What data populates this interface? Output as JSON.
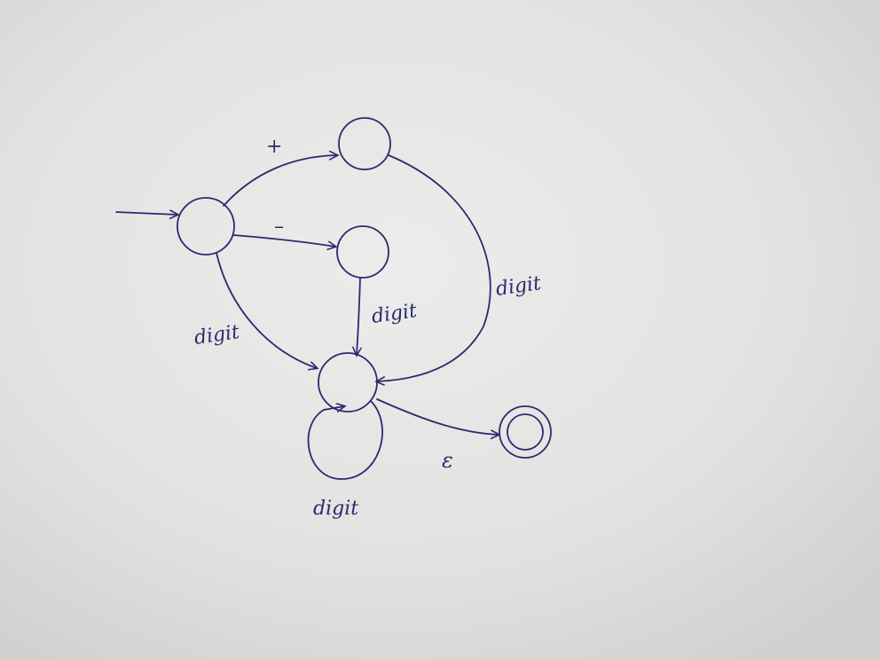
{
  "diagram": {
    "type": "finite-state-automaton",
    "ink_color": "#2b2a70",
    "paper_color": "#e6e6e4",
    "states": [
      {
        "id": "start",
        "accepting": false,
        "initial": true
      },
      {
        "id": "plus",
        "accepting": false
      },
      {
        "id": "minus",
        "accepting": false
      },
      {
        "id": "number",
        "accepting": false
      },
      {
        "id": "final",
        "accepting": true
      }
    ],
    "transitions": [
      {
        "from": "start",
        "to": "plus",
        "label": "+"
      },
      {
        "from": "start",
        "to": "minus",
        "label": "–"
      },
      {
        "from": "start",
        "to": "number",
        "label": "digit"
      },
      {
        "from": "minus",
        "to": "number",
        "label": "digit"
      },
      {
        "from": "plus",
        "to": "number",
        "label": "digit"
      },
      {
        "from": "number",
        "to": "number",
        "label": "digit"
      },
      {
        "from": "number",
        "to": "final",
        "label": "ε"
      }
    ]
  }
}
